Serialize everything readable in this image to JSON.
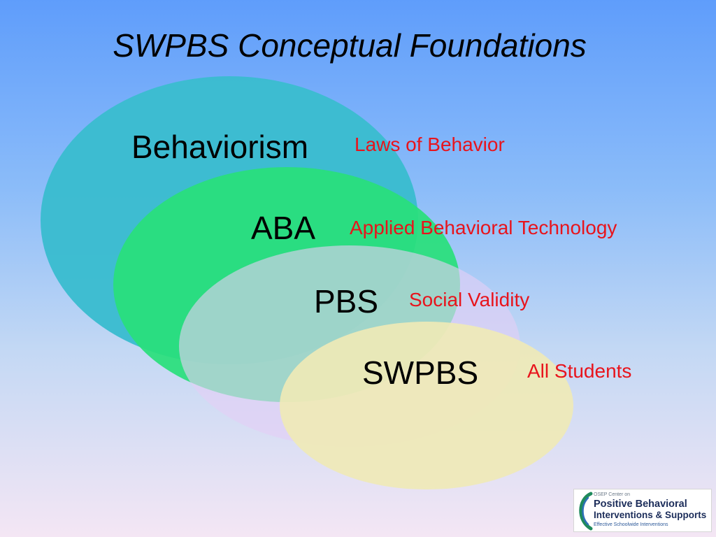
{
  "title": "SWPBS Conceptual Foundations",
  "layers": [
    {
      "name": "Behaviorism",
      "description": "Laws of Behavior",
      "fill": "#3bbcd0"
    },
    {
      "name": "ABA",
      "description": "Applied Behavioral Technology",
      "fill": "#28e07a"
    },
    {
      "name": "PBS",
      "description": "Social Validity",
      "fill": "#e4cef5"
    },
    {
      "name": "SWPBS",
      "description": "All Students",
      "fill": "#efeab6"
    }
  ],
  "colors": {
    "concept_text": "#000000",
    "description_text": "#e8141c"
  },
  "logo": {
    "line1": "OSEP Center on",
    "line2": "Positive Behavioral",
    "line3": "Interventions & Supports",
    "line4": "Effective Schoolwide Interventions"
  }
}
